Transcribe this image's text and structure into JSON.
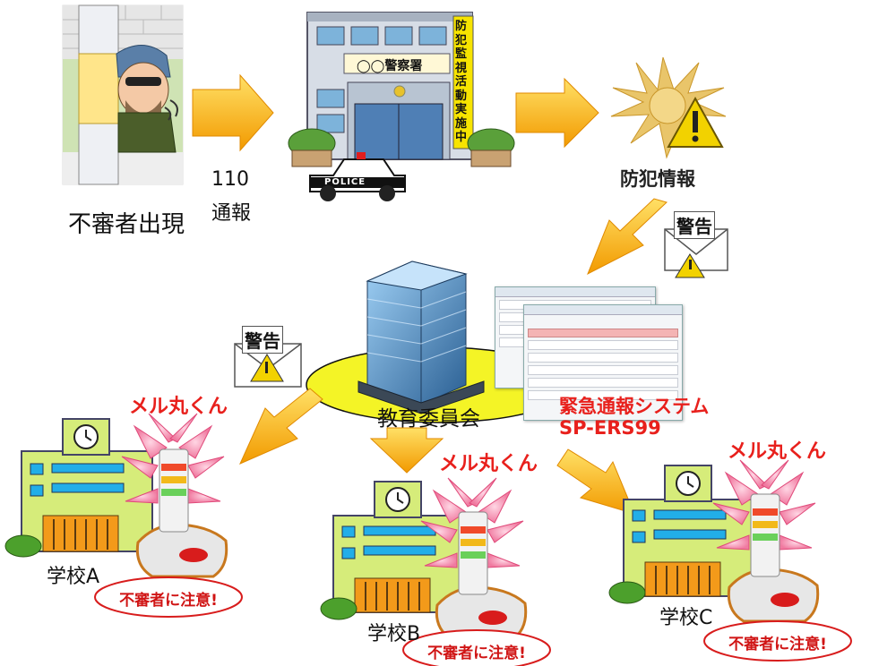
{
  "labels": {
    "intruder": "不審者出現",
    "report_line1": "110",
    "report_line2": "通報",
    "crime_info": "防犯情報",
    "board": "教育委員会",
    "system_line1": "緊急通報システム",
    "system_line2": "SP-ERS99",
    "school_a": "学校A",
    "school_b": "学校B",
    "school_c": "学校C"
  },
  "mel": {
    "a": "メル丸くん",
    "b": "メル丸くん",
    "c": "メル丸くん"
  },
  "warnings": {
    "a": "不審者に注意!",
    "b": "不審者に注意!",
    "c": "不審者に注意!"
  },
  "signs": {
    "police_station": "◯◯警察署",
    "banner": "防犯監視活動実施中",
    "police_car": "POLICE",
    "envelope_1": "警告",
    "envelope_2": "警告"
  },
  "colors": {
    "arrow": "#f5a800",
    "arrow_light": "#ffd84a",
    "alert_red": "#e8201c",
    "school_body": "#d6ec7a",
    "school_blue": "#22aee8",
    "ellipse": "#f4f426"
  }
}
